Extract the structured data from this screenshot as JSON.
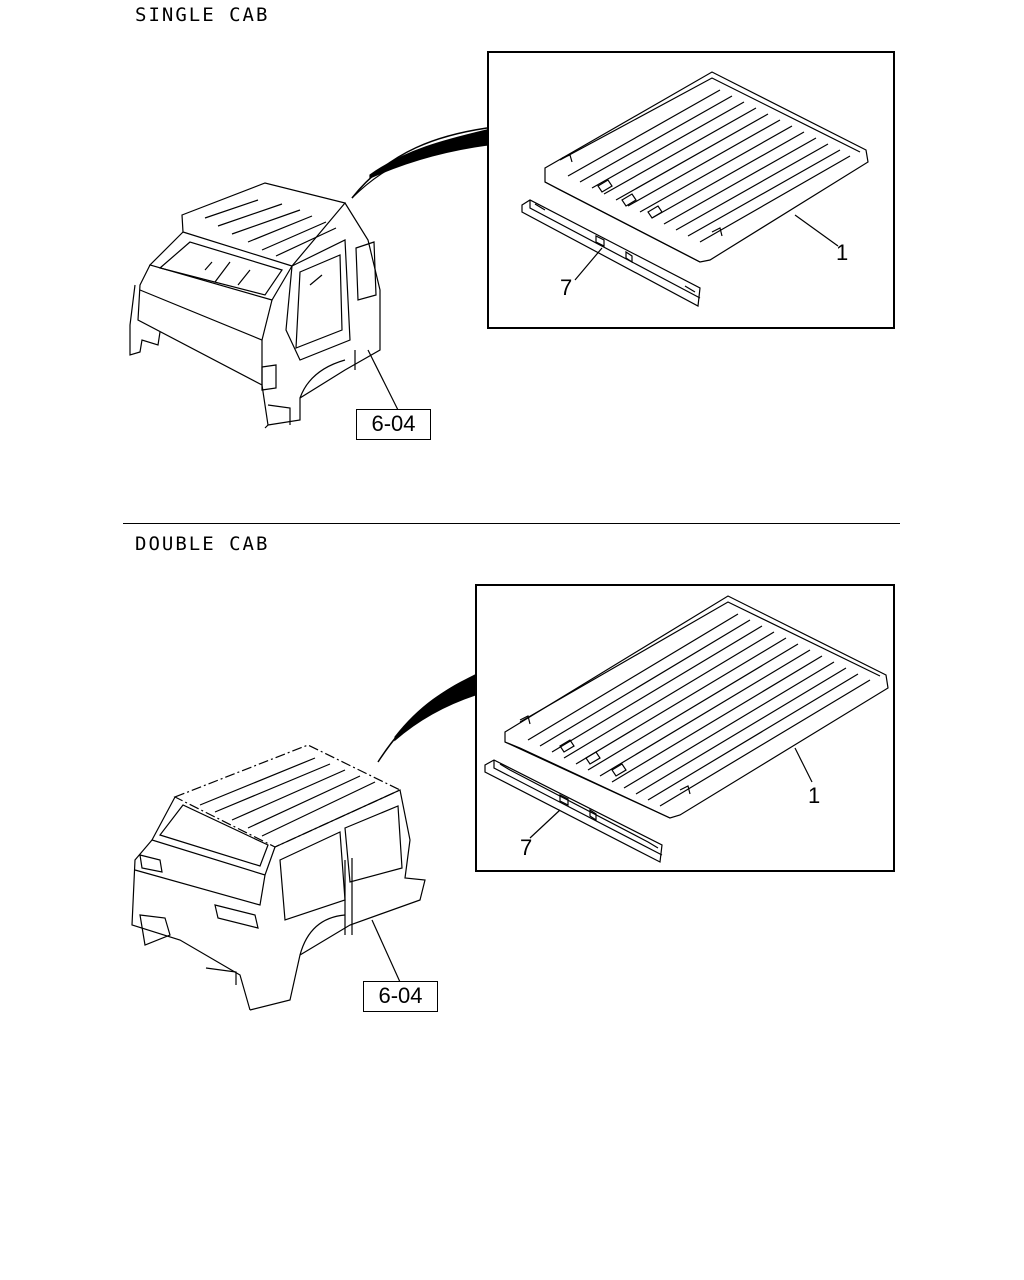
{
  "sections": [
    {
      "title": "SINGLE CAB",
      "ref_label": "6-04",
      "callouts": [
        "1",
        "7"
      ]
    },
    {
      "title": "DOUBLE CAB",
      "ref_label": "6-04",
      "callouts": [
        "1",
        "7"
      ]
    }
  ]
}
